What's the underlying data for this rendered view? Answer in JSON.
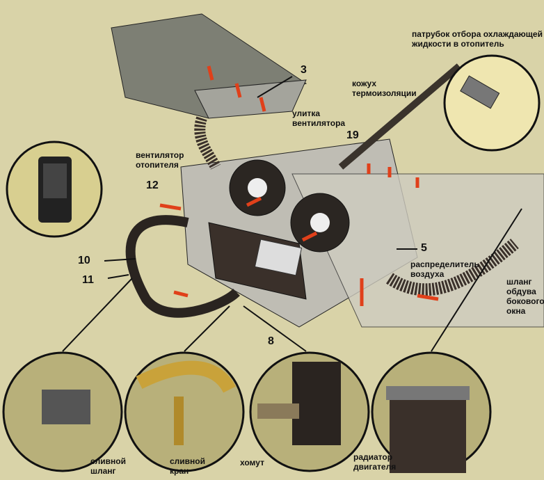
{
  "labels": {
    "coolant_outlet": "патрубок отбора охлаждающей жидкости в отопитель",
    "insulation_cover": "кожух термоизоляции",
    "fan_volute": "улитка вентилятора",
    "heater_fan": "вентилятор отопителя",
    "air_distributor": "распределитель воздуха",
    "side_window_hose": "шланг обдува бокового окна",
    "drain_hose": "сливной шланг",
    "drain_cock": "сливной кран",
    "clamp": "хомут",
    "engine_radiator": "радиатор двигателя"
  },
  "numbers": {
    "n3": "3",
    "n19": "19",
    "n12": "12",
    "n10": "10",
    "n11": "11",
    "n5": "5",
    "n8": "8"
  },
  "colors": {
    "background": "#d9d3a8",
    "metal": "#8c8c86",
    "dark": "#2a2420",
    "arrow": "#e0401a"
  }
}
